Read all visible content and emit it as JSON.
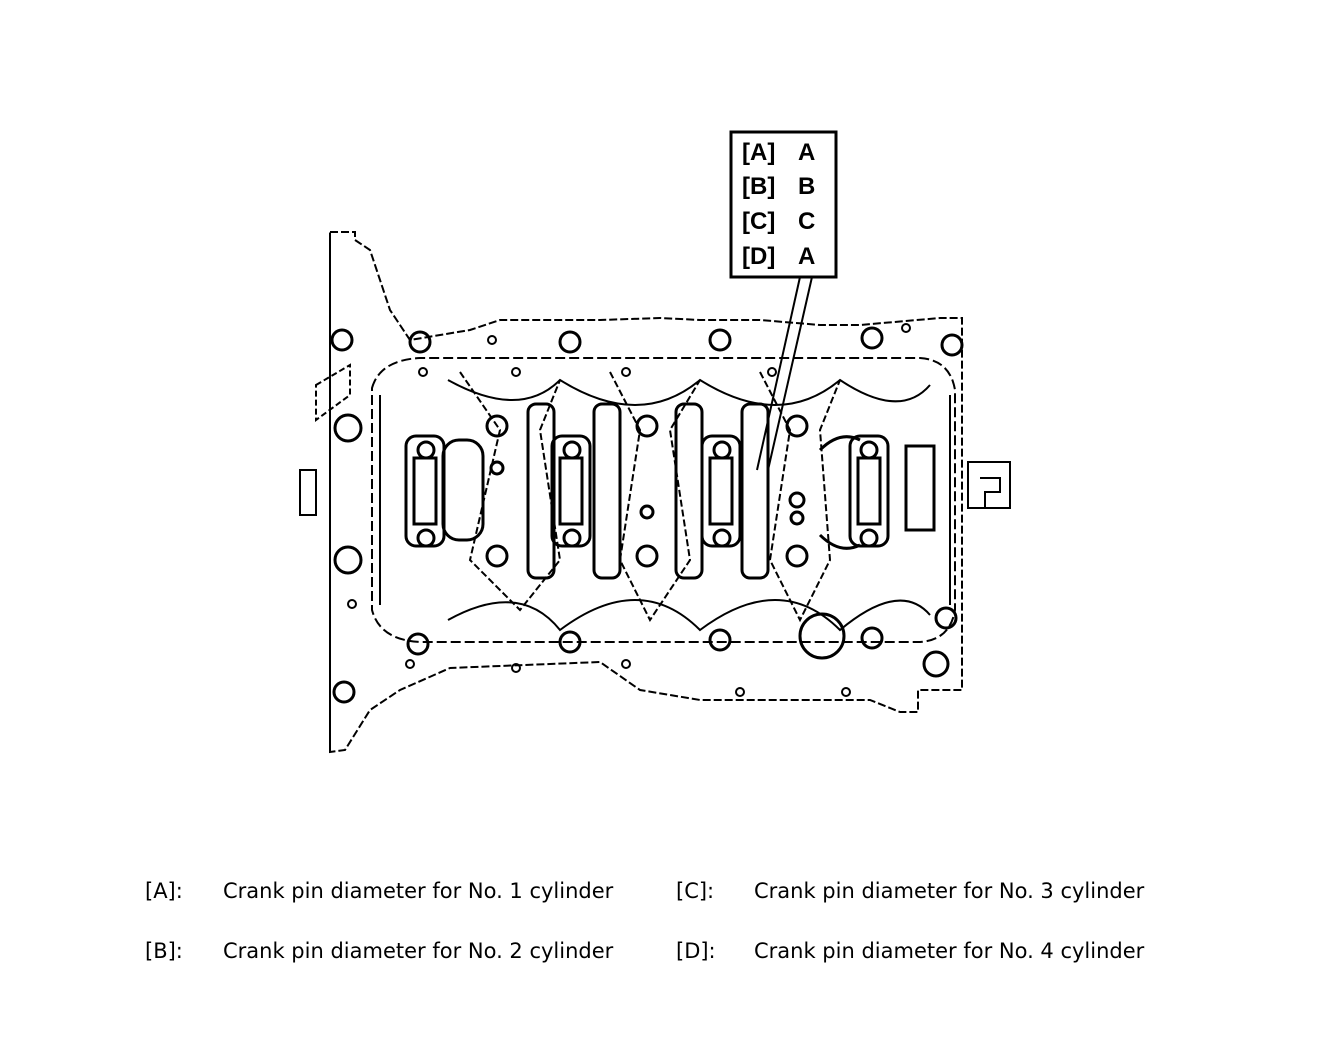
{
  "stamp": {
    "rows": [
      {
        "key": "[A]",
        "value": "A"
      },
      {
        "key": "[B]",
        "value": "B"
      },
      {
        "key": "[C]",
        "value": "C"
      },
      {
        "key": "[D]",
        "value": "A"
      }
    ]
  },
  "legend": [
    {
      "key": "[A]:",
      "text": "Crank pin diameter for No. 1 cylinder"
    },
    {
      "key": "[B]:",
      "text": "Crank pin diameter for No. 2 cylinder"
    },
    {
      "key": "[C]:",
      "text": "Crank pin diameter for No. 3 cylinder"
    },
    {
      "key": "[D]:",
      "text": "Crank pin diameter for No. 4 cylinder"
    }
  ]
}
